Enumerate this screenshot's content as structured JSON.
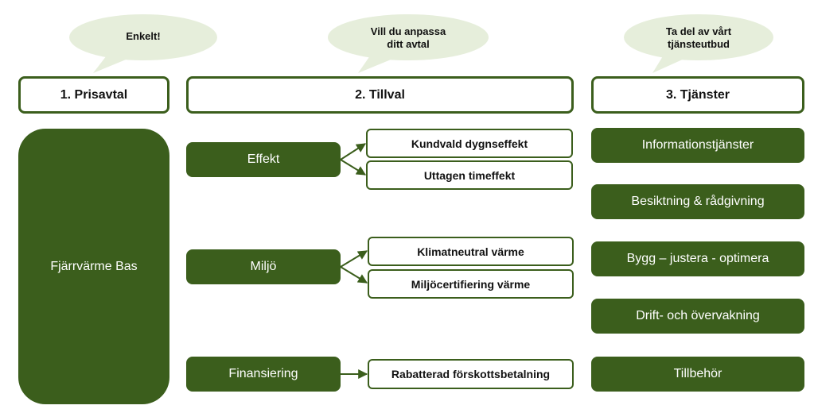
{
  "colors": {
    "primary_green": "#3b5e1c",
    "bubble_fill": "#e6eedb",
    "text_dark": "#111111",
    "text_light": "#ffffff"
  },
  "bubbles": {
    "b1": {
      "line1": "Enkelt!",
      "line2": ""
    },
    "b2": {
      "line1": "Vill du anpassa",
      "line2": "ditt avtal"
    },
    "b3": {
      "line1": "Ta del av vårt",
      "line2": "tjänsteutbud"
    }
  },
  "headers": {
    "col1": "1. Prisavtal",
    "col2": "2. Tillval",
    "col3": "3. Tjänster"
  },
  "prisavtal": {
    "base": "Fjärrvärme Bas"
  },
  "tillval": {
    "effekt": "Effekt",
    "effekt_options": [
      "Kundvald dygnseffekt",
      "Uttagen timeffekt"
    ],
    "miljo": "Miljö",
    "miljo_options": [
      "Klimatneutral värme",
      "Miljöcertifiering värme"
    ],
    "finansiering": "Finansiering",
    "finansiering_options": [
      "Rabatterad förskottsbetalning"
    ]
  },
  "tjanster": {
    "items": [
      "Informationstjänster",
      "Besiktning & rådgivning",
      "Bygg – justera - optimera",
      "Drift- och övervakning",
      "Tillbehör"
    ]
  }
}
